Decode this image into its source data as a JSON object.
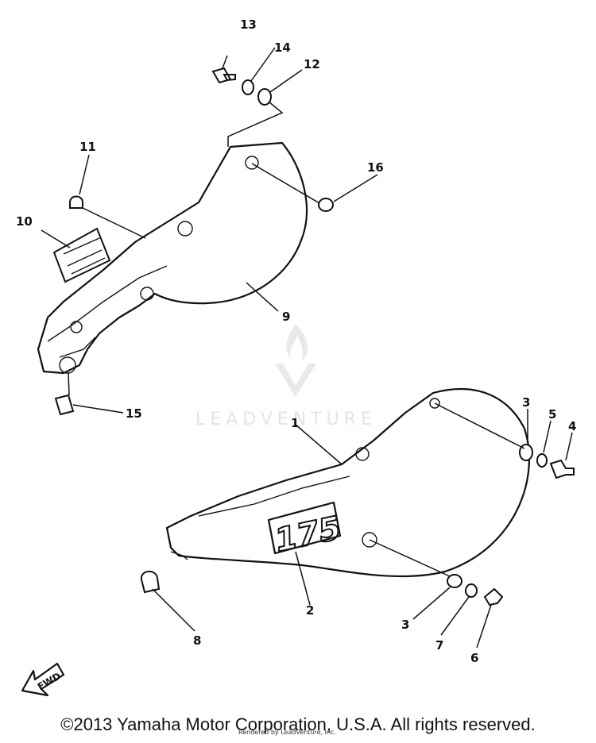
{
  "callouts": {
    "c1": "1",
    "c2": "2",
    "c3a": "3",
    "c3b": "3",
    "c4": "4",
    "c5": "5",
    "c6": "6",
    "c7": "7",
    "c8": "8",
    "c9": "9",
    "c10": "10",
    "c11": "11",
    "c12": "12",
    "c13": "13",
    "c14": "14",
    "c15": "15",
    "c16": "16"
  },
  "badge_text": "175",
  "fwd_label": "FWD",
  "watermark": {
    "brand": "LEADVENTURE",
    "icon": "leadventure-flame-logo"
  },
  "copyright": "©2013 Yamaha Motor Corporation, U.S.A. All rights reserved.",
  "rendered_by": "Rendered by LeadVenture, Inc."
}
